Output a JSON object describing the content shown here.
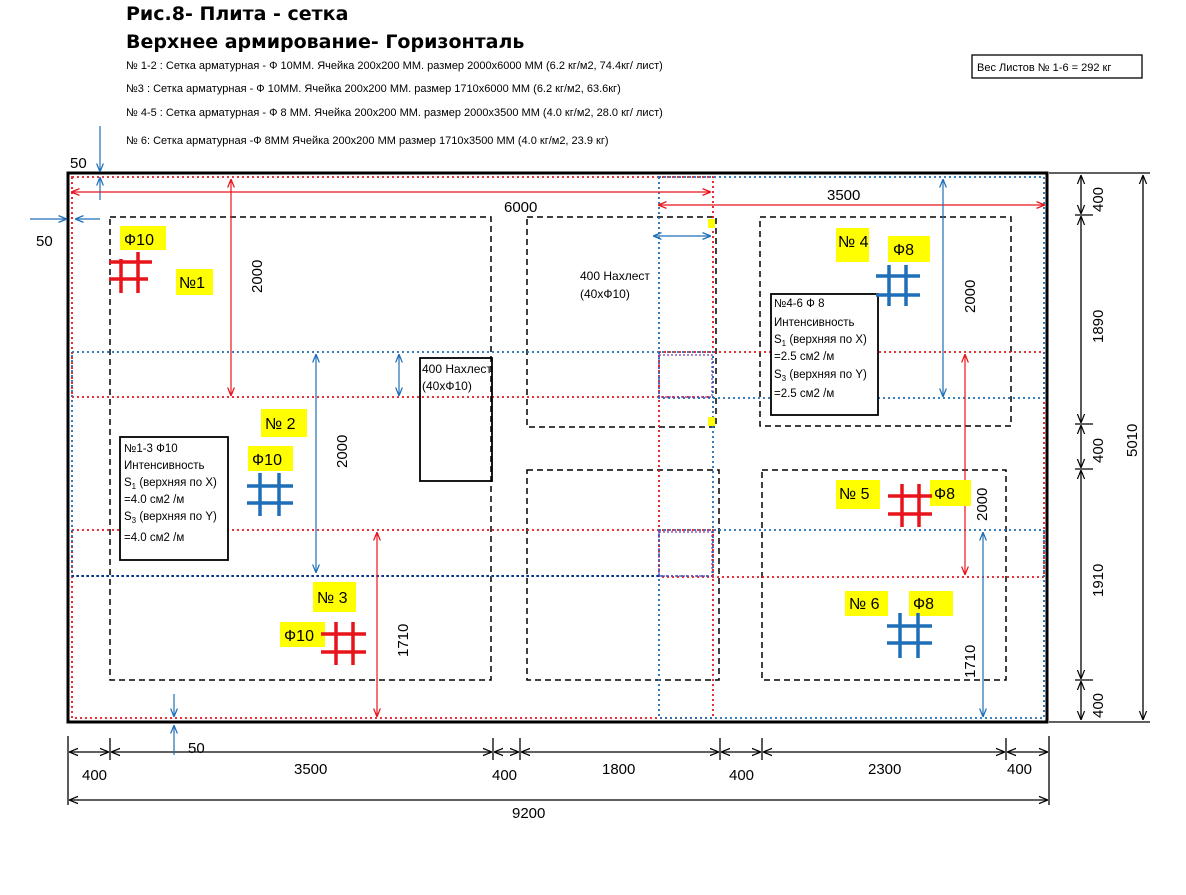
{
  "header": {
    "title": "Рис.8- Плита - сетка",
    "subtitle": "Верхнее армирование- Горизонталь",
    "specs": [
      "№ 1-2 : Сетка арматурная - Ф 10ММ. Ячейка  200x200 ММ. размер 2000x6000 ММ (6.2 кг/м2, 74.4кг/ лист)",
      "№3 : Сетка арматурная - Ф 10ММ. Ячейка  200x200 ММ. размер 1710x6000 ММ (6.2 кг/м2, 63.6кг)",
      "№ 4-5 : Сетка арматурная - Ф 8 ММ. Ячейка  200x200 ММ. размер 2000x3500 ММ (4.0 кг/м2, 28.0 кг/ лист)",
      "№ 6: Сетка арматурная -Ф 8ММ Ячейка  200x200 ММ размер 1710x3500 ММ (4.0 кг/м2, 23.9 кг)"
    ],
    "weight": "Вес Листов № 1-6 = 292 кг"
  },
  "dims_top": {
    "d50a": "50",
    "d50b": "50",
    "d6000": "6000",
    "d3500": "3500"
  },
  "dims_right": [
    "400",
    "1890",
    "400",
    "1910",
    "400"
  ],
  "dim_total_right": "5010",
  "dims_bottom": [
    "400",
    "3500",
    "400",
    "1800",
    "400",
    "2300",
    "400"
  ],
  "dim_total_bottom": "9200",
  "dim_bottom_50": "50",
  "dims_inner": {
    "s1": "2000",
    "s2": "2000",
    "s3": "1710",
    "s4": "2000",
    "s5": "2000",
    "s6": "1710"
  },
  "sheets": {
    "n1": "№1",
    "n2": "№ 2",
    "n3": "№ 3",
    "n4": "№ 4",
    "n5": "№ 5",
    "n6": "№ 6",
    "phi10": "Ф10",
    "phi8": "Ф8"
  },
  "overlaps": {
    "left_line1": "400 Нахлест",
    "left_line2": "(40xФ10)",
    "top_line1": "400 Нахлест",
    "top_line2": "(40xФ10)"
  },
  "box_left": {
    "title": "№1-3  Ф10",
    "line1": "Интенсивность",
    "line2_pre": "S",
    "line2_sub": "1",
    "line2_post": " (верхняя по X)",
    "line3": "=4.0 см2 /м",
    "line4_pre": "S",
    "line4_sub": "3",
    "line4_post": " (верхняя по Y)",
    "line5": "=4.0 см2 /м"
  },
  "box_right": {
    "title": "№4-6   Ф 8",
    "line1": "Интенсивность",
    "line2_pre": "S",
    "line2_sub": "1",
    "line2_post": " (верхняя по X)",
    "line3": "=2.5 см2 /м",
    "line4_pre": "S",
    "line4_sub": "3",
    "line4_post": " (верхняя по Y)",
    "line5": "=2.5 см2 /м"
  },
  "colors": {
    "red": "#e8141b",
    "blue": "#1f6fb8",
    "darkblue": "#1b2f8a",
    "yellow": "#ffff00",
    "outline": "#000000"
  }
}
